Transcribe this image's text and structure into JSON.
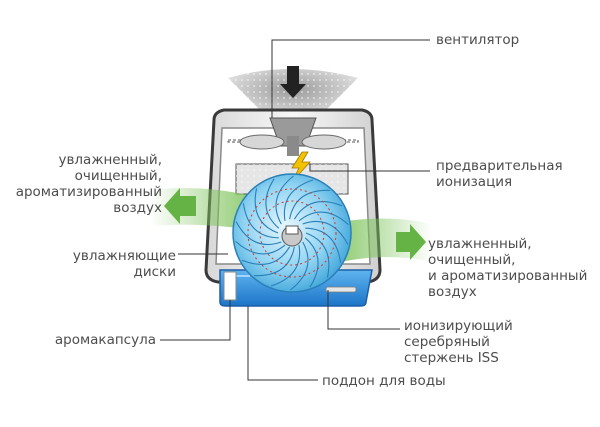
{
  "labels": {
    "fan": "вентилятор",
    "pre_ionization": "предварительная\nионизация",
    "air_in": "увлажненный,\nочищенный,\nароматизированный\nвоздух",
    "air_out": "увлажненный,\nочищенный,\nи ароматизированный\nвоздух",
    "discs": "увлажняющие\nдиски",
    "aroma_capsule": "аромакапсула",
    "iss_rod": "ионизирующий\nсеребряный\nстержень ISS",
    "water_tray": "поддон для воды"
  },
  "colors": {
    "text": "#4d4d4d",
    "leader_line": "#333333",
    "air_green": "#66b345",
    "water_blue": "#2f8fe0",
    "drum_blue": "#8fd3f2",
    "spark_yellow": "#f2c200"
  }
}
